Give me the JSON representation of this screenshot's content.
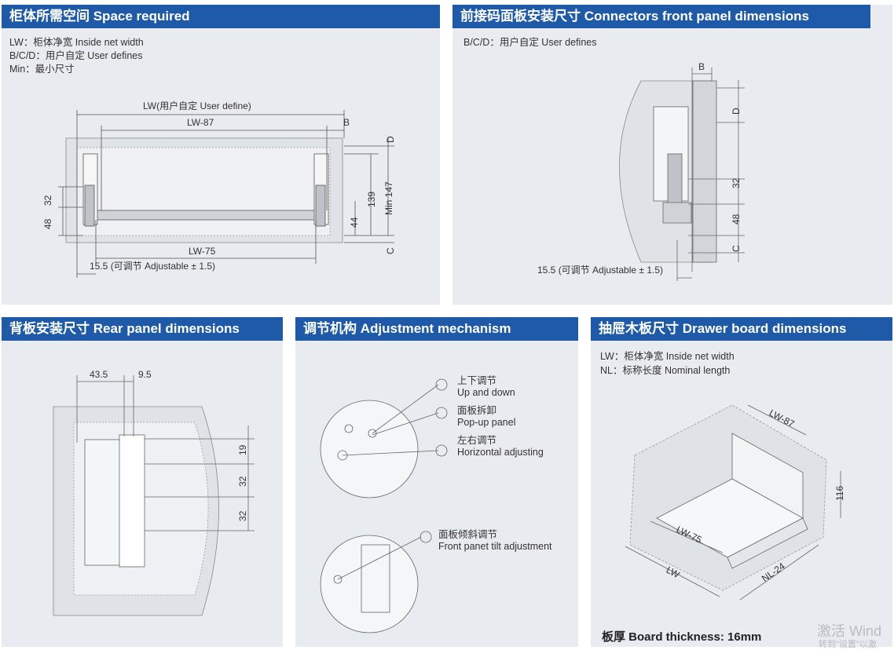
{
  "colors": {
    "header": "#1e5aa8",
    "panel": "#e8ebef",
    "line": "#555555"
  },
  "space_required": {
    "title": "柜体所需空间  Space required",
    "notes": [
      "LW：柜体净宽  Inside net width",
      "B/C/D：用户自定  User defines",
      "Min：最小尺寸"
    ],
    "dims": {
      "lw_user": "LW(用户自定 User define)",
      "lw87": "LW-87",
      "b": "B",
      "d": "D",
      "c": "C",
      "d32": "32",
      "d48": "48",
      "d139": "139",
      "min147": "Min 147",
      "d44": "44",
      "lw75": "LW-75",
      "adjust": "15.5 (可调节 Adjustable ± 1.5)"
    }
  },
  "connectors": {
    "title": "前接码面板安装尺寸  Connectors front panel dimensions",
    "note": "B/C/D：用户自定  User defines",
    "dims": {
      "b": "B",
      "d": "D",
      "d32": "32",
      "d48": "48",
      "c": "C",
      "adjust": "15.5 (可调节 Adjustable ± 1.5)"
    }
  },
  "rear_panel": {
    "title": "背板安装尺寸  Rear panel dimensions",
    "dims": {
      "d435": "43.5",
      "d95": "9.5",
      "d19": "19",
      "d32a": "32",
      "d32b": "32"
    }
  },
  "adjustment": {
    "title": "调节机构  Adjustment mechanism",
    "items": [
      {
        "cn": "上下调节",
        "en": "Up and down"
      },
      {
        "cn": "面板拆卸",
        "en": "Pop-up panel"
      },
      {
        "cn": "左右调节",
        "en": "Horizontal adjusting"
      },
      {
        "cn": "面板倾斜调节",
        "en": "Front panet tilt adjustment"
      }
    ]
  },
  "drawer_board": {
    "title": "抽屉木板尺寸  Drawer board dimensions",
    "notes": [
      "LW：柜体净宽  Inside net width",
      "NL：标称长度  Nominal length"
    ],
    "dims": {
      "lw87": "LW-87",
      "d116": "116",
      "lw75": "LW-75",
      "lw": "LW",
      "nl24": "NL-24"
    },
    "thickness": "板厚 Board thickness: 16mm"
  },
  "watermark": {
    "line1": "激活 Wind",
    "line2": "转到\"设置\"以激"
  }
}
